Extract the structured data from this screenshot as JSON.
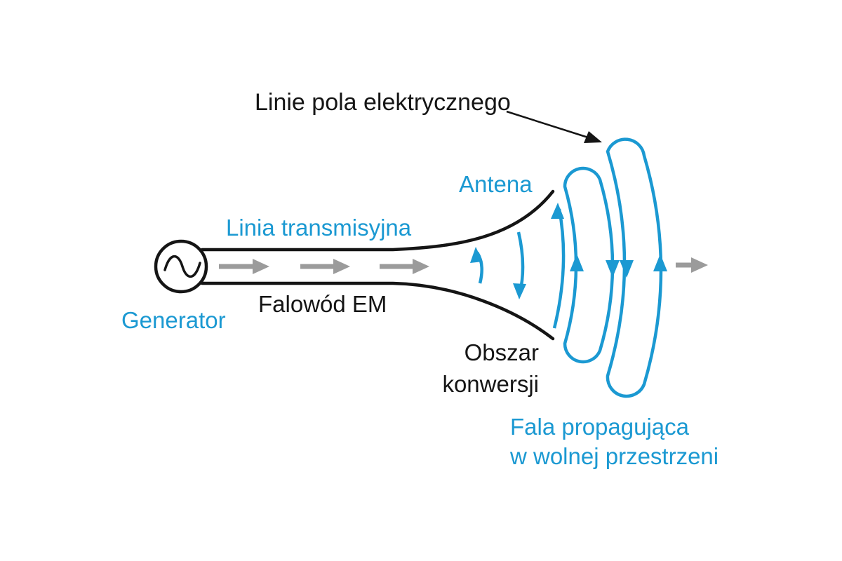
{
  "diagram": {
    "labels": {
      "field_lines": "Linie pola elektrycznego",
      "antenna": "Antena",
      "transmission_line": "Linia transmisyjna",
      "waveguide": "Falowód EM",
      "generator": "Generator",
      "conversion_region_line1": "Obszar",
      "conversion_region_line2": "konwersji",
      "free_space_wave_line1": "Fala propagująca",
      "free_space_wave_line2": "w wolnej przestrzeni"
    },
    "icons": {
      "generator_symbol": "sine-wave-icon",
      "generator_symbol_glyph": "∿"
    },
    "colors": {
      "accent_blue": "#1b99d2",
      "diagram_black": "#151515",
      "arrow_gray": "#9b9b9b",
      "background": "#ffffff"
    }
  }
}
